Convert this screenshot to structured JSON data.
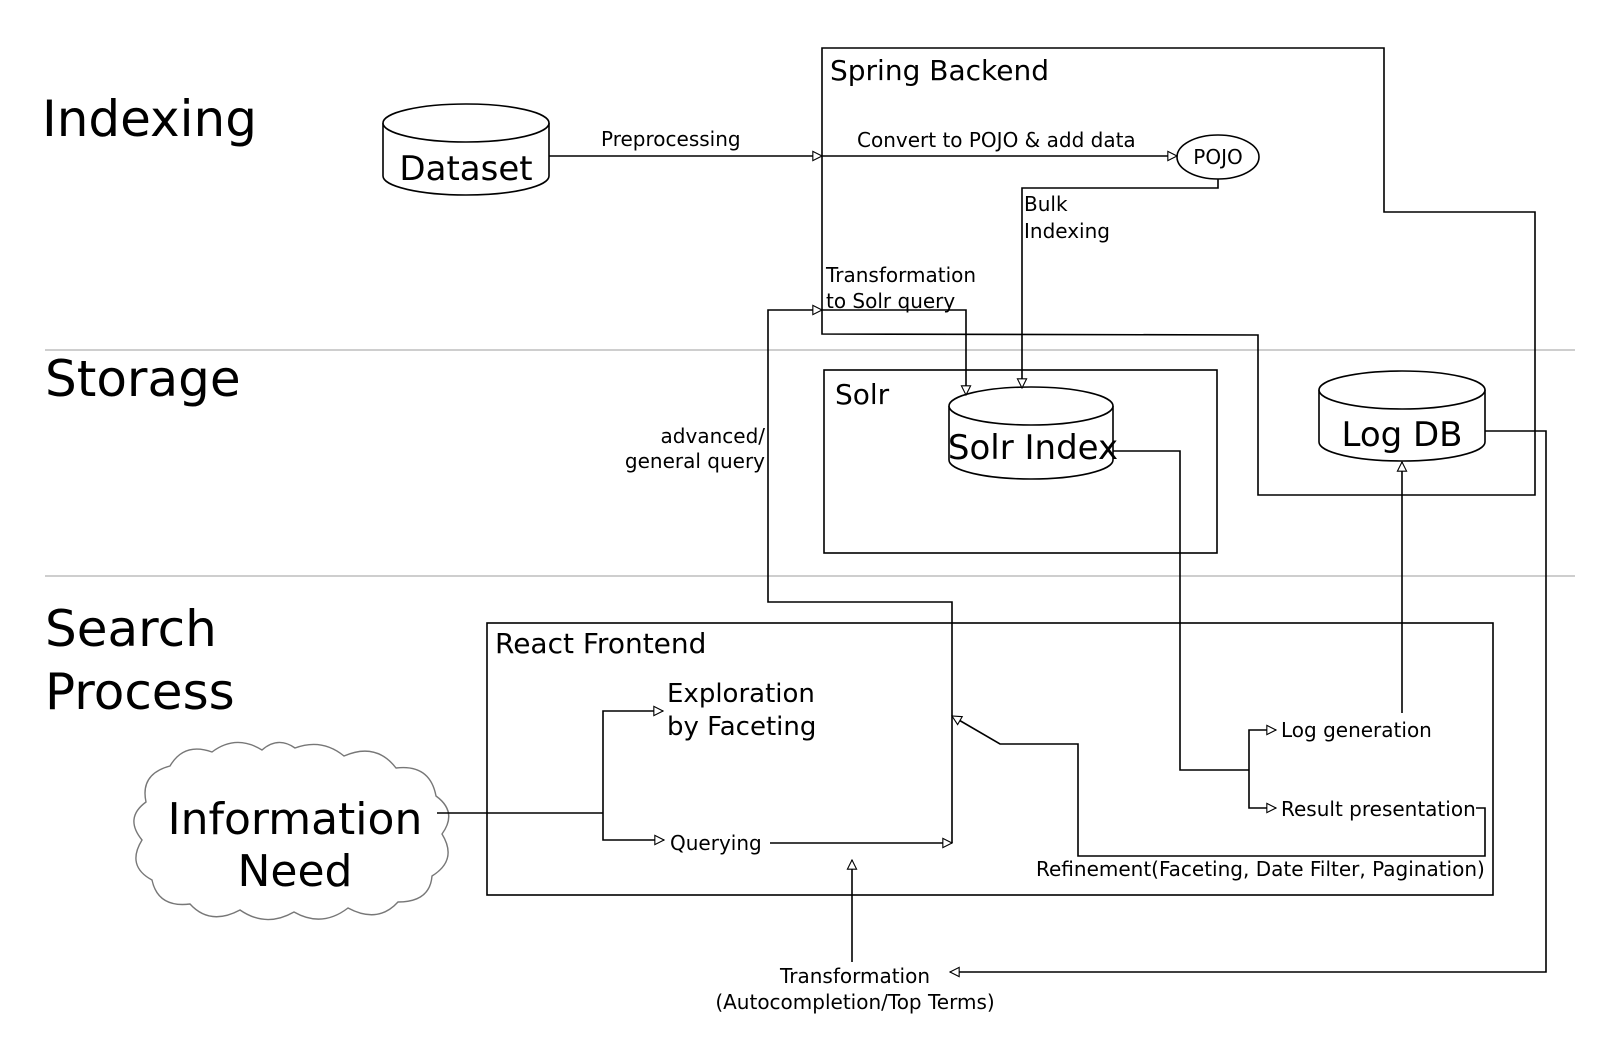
{
  "sections": {
    "indexing": "Indexing",
    "storage": "Storage",
    "search_line1": "Search",
    "search_line2": "Process"
  },
  "containers": {
    "spring_backend": "Spring Backend",
    "solr": "Solr",
    "react_frontend": "React Frontend"
  },
  "stores": {
    "dataset": "Dataset",
    "solr_index": "Solr Index",
    "log_db": "Log DB"
  },
  "nodes": {
    "pojo": "POJO",
    "information_need_line1": "Information",
    "information_need_line2": "Need",
    "exploration_line1": "Exploration",
    "exploration_line2": "by Faceting",
    "querying": "Querying",
    "log_generation": "Log generation",
    "result_presentation": "Result presentation"
  },
  "edges": {
    "preprocessing": "Preprocessing",
    "convert_pojo": "Convert to POJO & add data",
    "bulk_line1": "Bulk",
    "bulk_line2": "Indexing",
    "transformation_solr_line1": "Transformation",
    "transformation_solr_line2": "to Solr query",
    "advanced_query_line1": "advanced/",
    "advanced_query_line2": "general query",
    "refinement": "Refinement(Faceting, Date Filter, Pagination)",
    "transformation_auto_line1": "Transformation",
    "transformation_auto_line2": "(Autocompletion/Top Terms)"
  }
}
